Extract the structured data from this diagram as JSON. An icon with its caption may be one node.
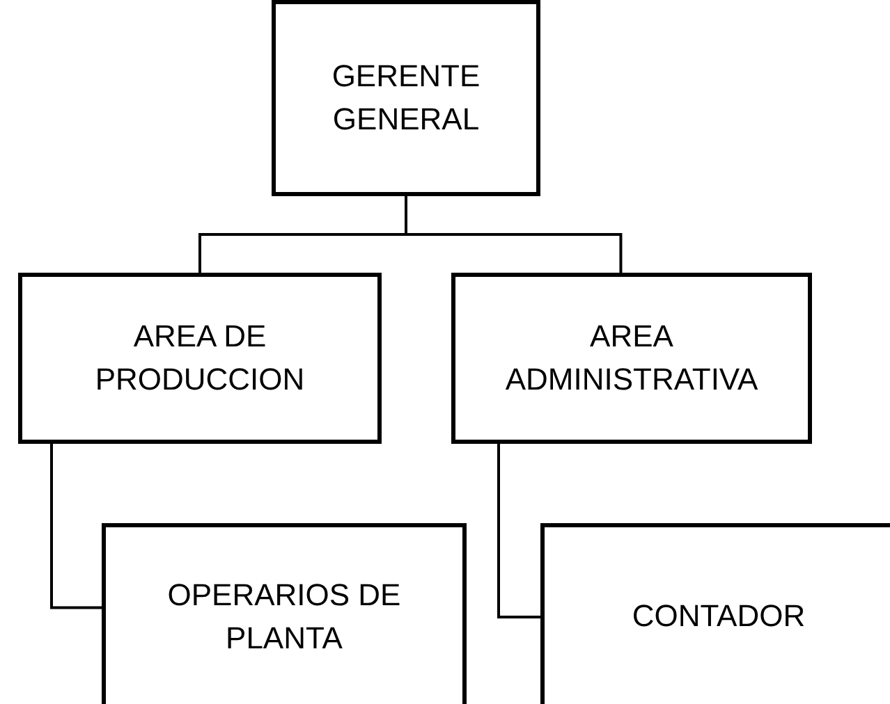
{
  "diagram": {
    "nodes": [
      {
        "text": [
          "GERENTE GENERAL"
        ]
      },
      {
        "text": [
          "AREA DE PRODUCCION"
        ]
      },
      {
        "text": [
          "AREA ADMINISTRATIVA"
        ]
      },
      {
        "text": [
          "OPERARIOS DE PLANTA"
        ]
      },
      {
        "text": [
          "CONTADOR"
        ]
      }
    ],
    "edges": [
      {
        "from": 0,
        "to": 1,
        "arrow": "none"
      },
      {
        "from": 0,
        "to": 2,
        "arrow": "none"
      },
      {
        "from": 1,
        "to": 3,
        "arrow": "none"
      },
      {
        "from": 2,
        "to": 4,
        "arrow": "none"
      }
    ]
  }
}
